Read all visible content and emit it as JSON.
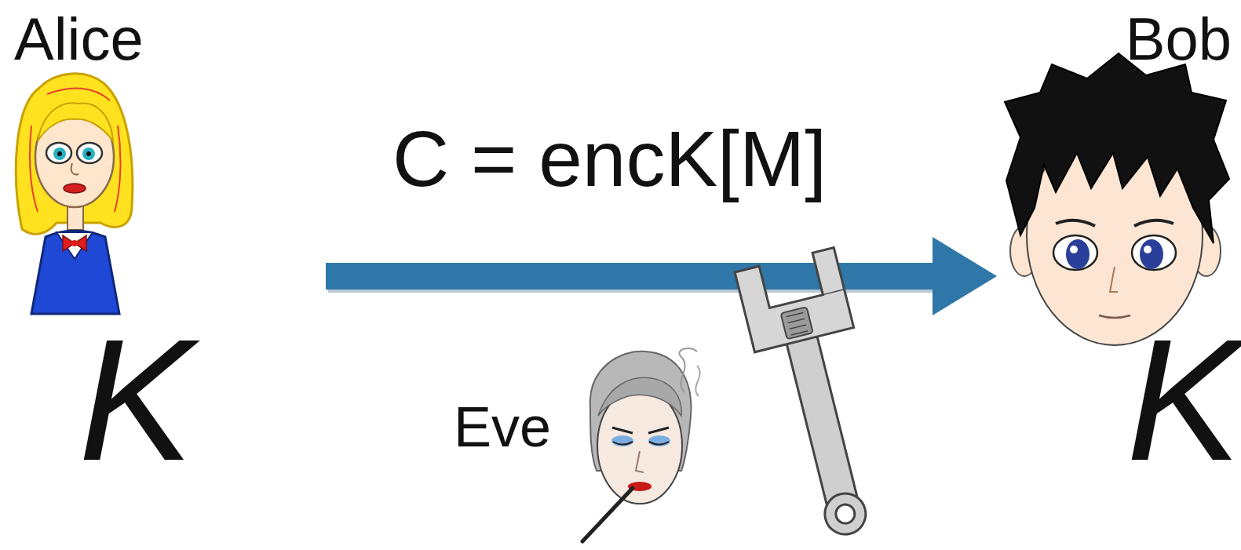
{
  "diagram": {
    "nodes": [
      {
        "text": [
          "Alice",
          "K"
        ]
      },
      {
        "text": [
          "Bob",
          "K"
        ]
      },
      {
        "text": [
          "Eve"
        ]
      }
    ],
    "edges": [
      {
        "from": 0,
        "to": 1,
        "arrow": "to",
        "label": "C = encK[M]"
      }
    ]
  }
}
